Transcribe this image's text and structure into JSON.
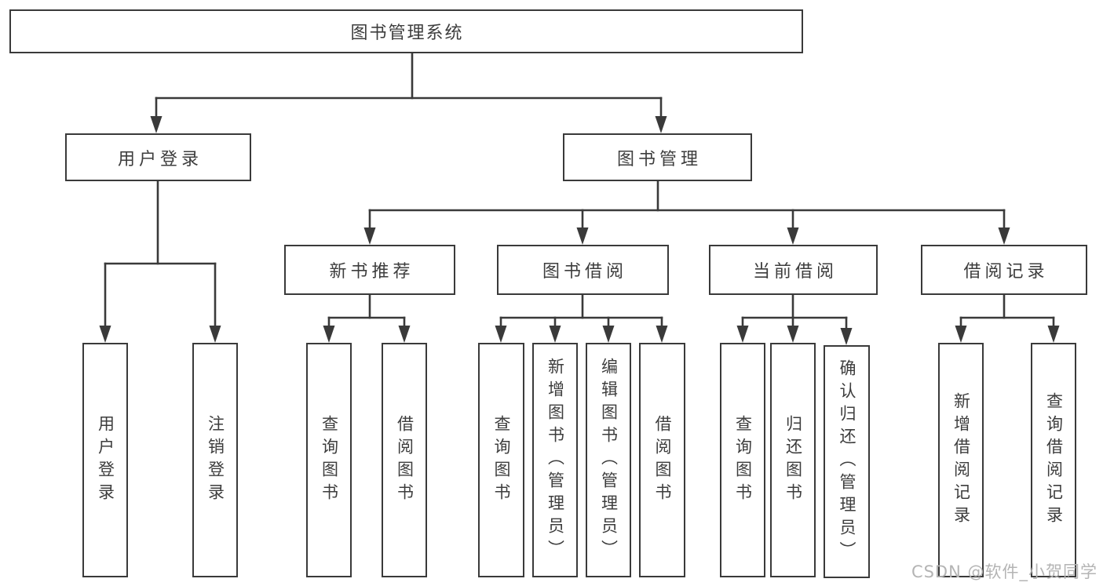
{
  "nodes": {
    "root": {
      "label": "图书管理系统"
    },
    "level2": [
      {
        "label": "用户登录"
      },
      {
        "label": "图书管理"
      }
    ],
    "level3": [
      {
        "label": "新书推荐"
      },
      {
        "label": "图书借阅"
      },
      {
        "label": "当前借阅"
      },
      {
        "label": "借阅记录"
      }
    ],
    "leaves": [
      {
        "label": "用户登录"
      },
      {
        "label": "注销登录"
      },
      {
        "label": "查询图书"
      },
      {
        "label": "借阅图书"
      },
      {
        "label": "查询图书"
      },
      {
        "label": "新增图书（管理员）"
      },
      {
        "label": "编辑图书（管理员）"
      },
      {
        "label": "借阅图书"
      },
      {
        "label": "查询图书"
      },
      {
        "label": "归还图书"
      },
      {
        "label": "确认归还（管理员）"
      },
      {
        "label": "新增借阅记录"
      },
      {
        "label": "查询借阅记录"
      }
    ]
  },
  "structure": {
    "图书管理系统": [
      "用户登录",
      "图书管理"
    ],
    "用户登录": [
      "用户登录",
      "注销登录"
    ],
    "图书管理": [
      "新书推荐",
      "图书借阅",
      "当前借阅",
      "借阅记录"
    ],
    "新书推荐": [
      "查询图书",
      "借阅图书"
    ],
    "图书借阅": [
      "查询图书",
      "新增图书（管理员）",
      "编辑图书（管理员）",
      "借阅图书"
    ],
    "当前借阅": [
      "查询图书",
      "归还图书",
      "确认归还（管理员）"
    ],
    "借阅记录": [
      "新增借阅记录",
      "查询借阅记录"
    ]
  },
  "watermark": {
    "text": "CSDN @软件_小贺同学"
  },
  "colors": {
    "line": "#3a3a3a",
    "box_border": "#3a3a3a",
    "text": "#3d3d3d",
    "watermark": "#b4b4b4",
    "background": "#ffffff"
  }
}
